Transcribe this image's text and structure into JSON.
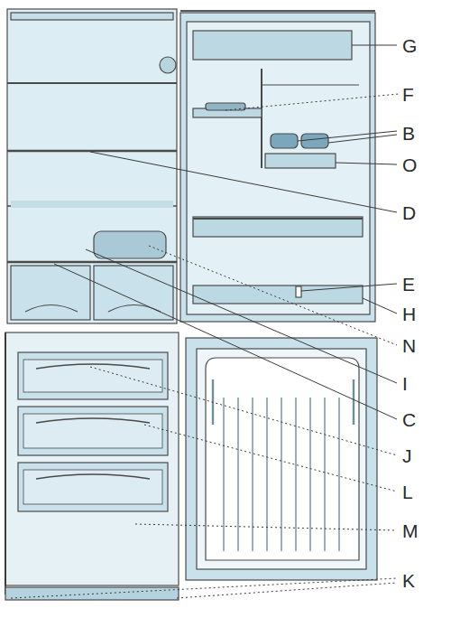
{
  "diagram": {
    "labels": [
      "G",
      "F",
      "B",
      "O",
      "D",
      "E",
      "H",
      "N",
      "I",
      "C",
      "J",
      "L",
      "M",
      "K"
    ]
  }
}
